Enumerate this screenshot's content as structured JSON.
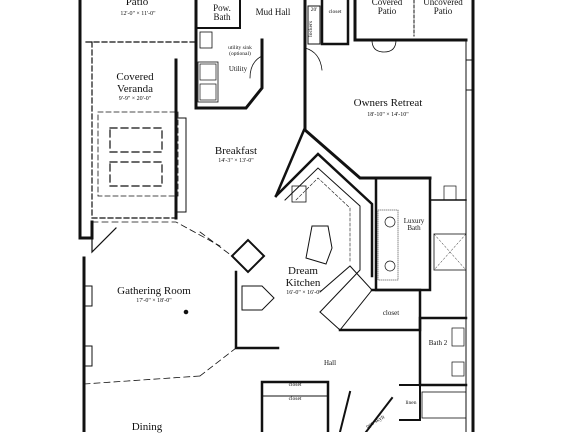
{
  "rooms": {
    "patio": {
      "name": "Patio",
      "dims": "12'-0\" × 11'-0\""
    },
    "powder_bath": {
      "name": "Pow. Bath"
    },
    "mud_hall": {
      "name": "Mud Hall"
    },
    "utility": {
      "name": "Utility",
      "note": "utility sink (optional)"
    },
    "covered_veranda": {
      "name": "Covered Veranda",
      "dims": "9'-9\" × 20'-0\""
    },
    "covered_patio": {
      "name": "Covered Patio"
    },
    "uncovered_patio": {
      "name": "Uncovered Patio"
    },
    "owners_retreat": {
      "name": "Owners Retreat",
      "dims": "18'-10\" × 14'-10\""
    },
    "breakfast": {
      "name": "Breakfast",
      "dims": "14'-3\" × 13'-0\""
    },
    "luxury_bath": {
      "name": "Luxury Bath"
    },
    "dream_kitchen": {
      "name": "Dream Kitchen",
      "dims": "16'-0\" × 16'-0\""
    },
    "gathering_room": {
      "name": "Gathering Room",
      "dims": "17'-0\" × 18'-0\""
    },
    "bath2": {
      "name": "Bath 2"
    },
    "hall": {
      "name": "Hall"
    },
    "dining": {
      "name": "Dining"
    }
  },
  "labels": {
    "closet": "closet",
    "linen": "linen",
    "lockers": "lockers",
    "dim_20": "20'",
    "opt": "opt. skylt"
  }
}
